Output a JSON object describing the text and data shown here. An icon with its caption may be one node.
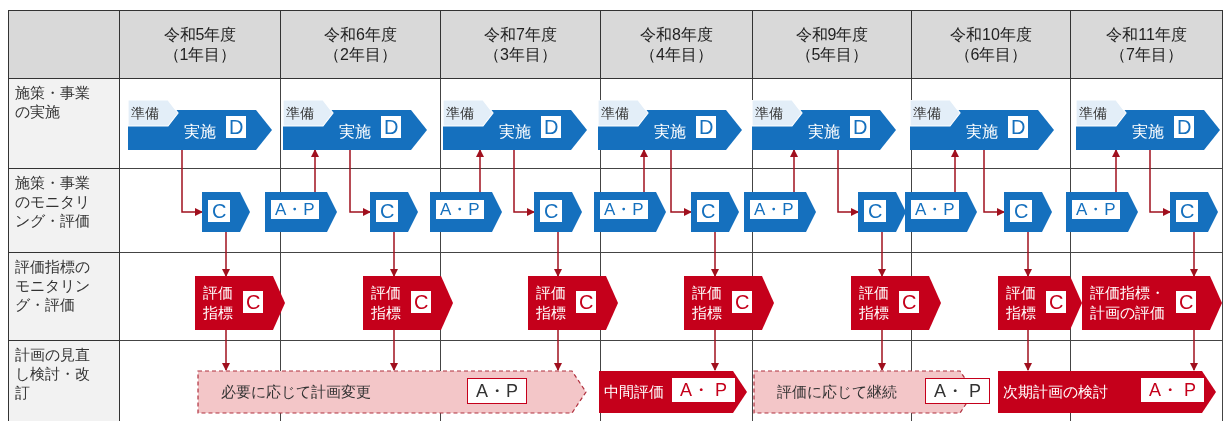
{
  "diagram": {
    "nodes": [
      {
        "text": [
          "準備",
          "実施",
          "D"
        ]
      },
      {
        "text": [
          "準備",
          "実施",
          "D"
        ]
      },
      {
        "text": [
          "準備",
          "実施",
          "D"
        ]
      },
      {
        "text": [
          "準備",
          "実施",
          "D"
        ]
      },
      {
        "text": [
          "準備",
          "実施",
          "D"
        ]
      },
      {
        "text": [
          "準備",
          "実施",
          "D"
        ]
      },
      {
        "text": [
          "準備",
          "実施",
          "D"
        ]
      },
      {
        "text": [
          "C"
        ]
      },
      {
        "text": [
          "A・P"
        ]
      },
      {
        "text": [
          "C"
        ]
      },
      {
        "text": [
          "A・P"
        ]
      },
      {
        "text": [
          "C"
        ]
      },
      {
        "text": [
          "A・P"
        ]
      },
      {
        "text": [
          "C"
        ]
      },
      {
        "text": [
          "A・P"
        ]
      },
      {
        "text": [
          "C"
        ]
      },
      {
        "text": [
          "A・P"
        ]
      },
      {
        "text": [
          "C"
        ]
      },
      {
        "text": [
          "A・P"
        ]
      },
      {
        "text": [
          "C"
        ]
      },
      {
        "text": [
          "評価指標",
          "C"
        ]
      },
      {
        "text": [
          "評価指標",
          "C"
        ]
      },
      {
        "text": [
          "評価指標",
          "C"
        ]
      },
      {
        "text": [
          "評価指標",
          "C"
        ]
      },
      {
        "text": [
          "評価指標",
          "C"
        ]
      },
      {
        "text": [
          "評価指標",
          "C"
        ]
      },
      {
        "text": [
          "評価指標・計画の評価",
          "C"
        ]
      },
      {
        "text": [
          "必要に応じて計画変更",
          "A・P"
        ]
      },
      {
        "text": [
          "中間評価",
          "A・ P"
        ]
      },
      {
        "text": [
          "評価に応じて継続",
          "A・ P"
        ]
      },
      {
        "text": [
          "次期計画の検討",
          "A・ P"
        ]
      }
    ],
    "edges": [
      {
        "from": 0,
        "to": 7,
        "arrow": "to"
      },
      {
        "from": 1,
        "to": 9,
        "arrow": "to"
      },
      {
        "from": 2,
        "to": 11,
        "arrow": "to"
      },
      {
        "from": 3,
        "to": 13,
        "arrow": "to"
      },
      {
        "from": 4,
        "to": 15,
        "arrow": "to"
      },
      {
        "from": 5,
        "to": 17,
        "arrow": "to"
      },
      {
        "from": 6,
        "to": 19,
        "arrow": "to"
      },
      {
        "from": 8,
        "to": 1,
        "arrow": "to"
      },
      {
        "from": 10,
        "to": 2,
        "arrow": "to"
      },
      {
        "from": 12,
        "to": 3,
        "arrow": "to"
      },
      {
        "from": 14,
        "to": 4,
        "arrow": "to"
      },
      {
        "from": 16,
        "to": 5,
        "arrow": "to"
      },
      {
        "from": 18,
        "to": 6,
        "arrow": "to"
      },
      {
        "from": 7,
        "to": 20,
        "arrow": "to"
      },
      {
        "from": 9,
        "to": 21,
        "arrow": "to"
      },
      {
        "from": 11,
        "to": 22,
        "arrow": "to"
      },
      {
        "from": 13,
        "to": 23,
        "arrow": "to"
      },
      {
        "from": 15,
        "to": 24,
        "arrow": "to"
      },
      {
        "from": 17,
        "to": 25,
        "arrow": "to"
      },
      {
        "from": 19,
        "to": 26,
        "arrow": "to"
      },
      {
        "from": 20,
        "to": 27,
        "arrow": "to"
      },
      {
        "from": 21,
        "to": 27,
        "arrow": "to"
      },
      {
        "from": 22,
        "to": 27,
        "arrow": "to"
      },
      {
        "from": 23,
        "to": 28,
        "arrow": "to"
      },
      {
        "from": 24,
        "to": 29,
        "arrow": "to"
      },
      {
        "from": 25,
        "to": 30,
        "arrow": "to"
      },
      {
        "from": 26,
        "to": 30,
        "arrow": "to"
      }
    ],
    "labels": [
      "令和5年度（1年目）",
      "令和6年度（2年目）",
      "令和7年度（3年目）",
      "令和8年度（4年目）",
      "令和9年度（5年目）",
      "令和10年度（6年目）",
      "令和11年度（7年目）",
      "施策・事業の実施",
      "施策・事業のモニタリング・評価",
      "評価指標のモニタリング・評価",
      "計画の見直し検討・改訂"
    ]
  }
}
